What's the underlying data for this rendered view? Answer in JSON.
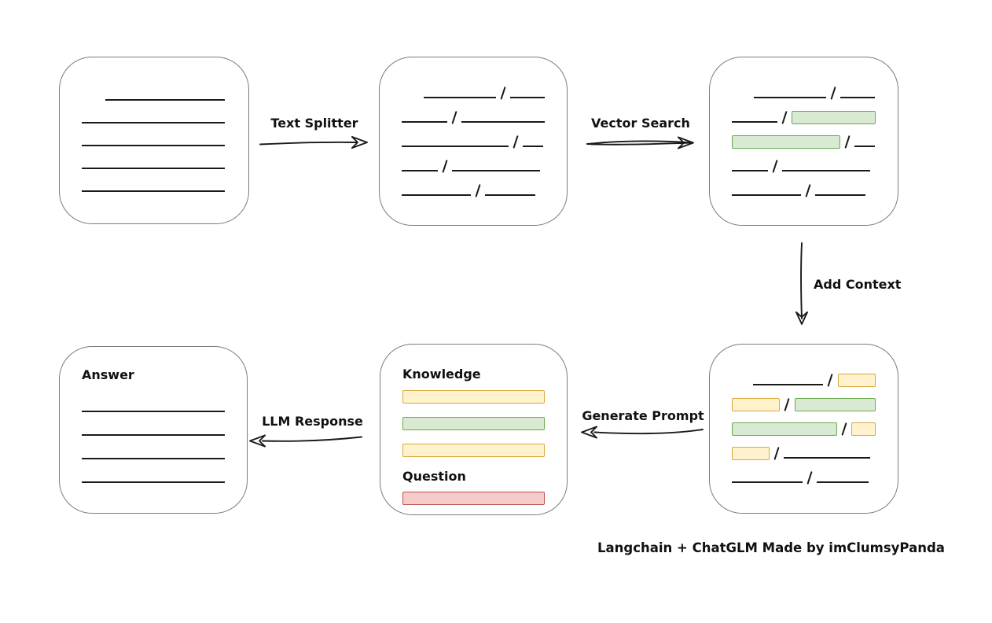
{
  "diagram": {
    "caption": "Langchain + ChatGLM Made by imClumsyPanda",
    "labels": {
      "text_splitter": "Text Splitter",
      "vector_search": "Vector Search",
      "add_context": "Add Context",
      "generate_prompt": "Generate Prompt",
      "llm_response": "LLM Response"
    },
    "colors": {
      "green": {
        "fill": "#d9ead3",
        "stroke": "#6aa84f"
      },
      "yellow": {
        "fill": "#fff2cc",
        "stroke": "#d9a93c"
      },
      "red": {
        "fill": "#f4cccc",
        "stroke": "#c0504d"
      },
      "box_stroke": "#7b7b7b",
      "line": "#1a1a1a"
    },
    "boxes": {
      "document": {
        "rows": [
          [
            {
              "kind": "space",
              "w": 30
            },
            {
              "kind": "line",
              "w": 152
            }
          ],
          [
            {
              "kind": "line",
              "w": 182
            }
          ],
          [
            {
              "kind": "line",
              "w": 182
            }
          ],
          [
            {
              "kind": "line",
              "w": 182
            }
          ],
          [
            {
              "kind": "line",
              "w": 182
            }
          ]
        ]
      },
      "chunks": {
        "rows": [
          [
            {
              "kind": "space",
              "w": 28
            },
            {
              "kind": "line",
              "w": 92
            },
            {
              "kind": "slash"
            },
            {
              "kind": "line",
              "w": 44
            }
          ],
          [
            {
              "kind": "line",
              "w": 58
            },
            {
              "kind": "slash"
            },
            {
              "kind": "line",
              "w": 106
            }
          ],
          [
            {
              "kind": "line",
              "w": 136
            },
            {
              "kind": "slash"
            },
            {
              "kind": "line",
              "w": 26
            }
          ],
          [
            {
              "kind": "line",
              "w": 46
            },
            {
              "kind": "slash"
            },
            {
              "kind": "line",
              "w": 112
            }
          ],
          [
            {
              "kind": "line",
              "w": 88
            },
            {
              "kind": "slash"
            },
            {
              "kind": "line",
              "w": 64
            }
          ]
        ]
      },
      "search_result": {
        "rows": [
          [
            {
              "kind": "space",
              "w": 28
            },
            {
              "kind": "line",
              "w": 92
            },
            {
              "kind": "slash"
            },
            {
              "kind": "line",
              "w": 44
            }
          ],
          [
            {
              "kind": "line",
              "w": 58
            },
            {
              "kind": "slash"
            },
            {
              "kind": "bar",
              "color": "green",
              "w": 106
            }
          ],
          [
            {
              "kind": "bar",
              "color": "green",
              "w": 136
            },
            {
              "kind": "slash"
            },
            {
              "kind": "line",
              "w": 26
            }
          ],
          [
            {
              "kind": "line",
              "w": 46
            },
            {
              "kind": "slash"
            },
            {
              "kind": "line",
              "w": 112
            }
          ],
          [
            {
              "kind": "line",
              "w": 88
            },
            {
              "kind": "slash"
            },
            {
              "kind": "line",
              "w": 64
            }
          ]
        ]
      },
      "context": {
        "rows": [
          [
            {
              "kind": "space",
              "w": 28
            },
            {
              "kind": "line",
              "w": 92
            },
            {
              "kind": "slash"
            },
            {
              "kind": "bar",
              "color": "yellow",
              "w": 48
            }
          ],
          [
            {
              "kind": "bar",
              "color": "yellow",
              "w": 62
            },
            {
              "kind": "slash"
            },
            {
              "kind": "bar",
              "color": "green",
              "w": 106
            }
          ],
          [
            {
              "kind": "bar",
              "color": "green",
              "w": 137
            },
            {
              "kind": "slash"
            },
            {
              "kind": "bar",
              "color": "yellow",
              "w": 30
            }
          ],
          [
            {
              "kind": "bar",
              "color": "yellow",
              "w": 46
            },
            {
              "kind": "slash"
            },
            {
              "kind": "line",
              "w": 110
            }
          ],
          [
            {
              "kind": "line",
              "w": 90
            },
            {
              "kind": "slash"
            },
            {
              "kind": "line",
              "w": 66
            }
          ]
        ]
      },
      "prompt": {
        "knowledge_title": "Knowledge",
        "question_title": "Question",
        "knowledge_rows": [
          [
            {
              "kind": "bar",
              "color": "yellow",
              "w": 182
            }
          ],
          [
            {
              "kind": "bar",
              "color": "green",
              "w": 182
            }
          ],
          [
            {
              "kind": "bar",
              "color": "yellow",
              "w": 182
            }
          ]
        ],
        "question_rows": [
          [
            {
              "kind": "bar",
              "color": "red",
              "w": 182
            }
          ]
        ]
      },
      "answer": {
        "title": "Answer",
        "rows": [
          [
            {
              "kind": "line",
              "w": 182
            }
          ],
          [
            {
              "kind": "line",
              "w": 182
            }
          ],
          [
            {
              "kind": "line",
              "w": 182
            }
          ],
          [
            {
              "kind": "line",
              "w": 182
            }
          ]
        ]
      }
    }
  }
}
